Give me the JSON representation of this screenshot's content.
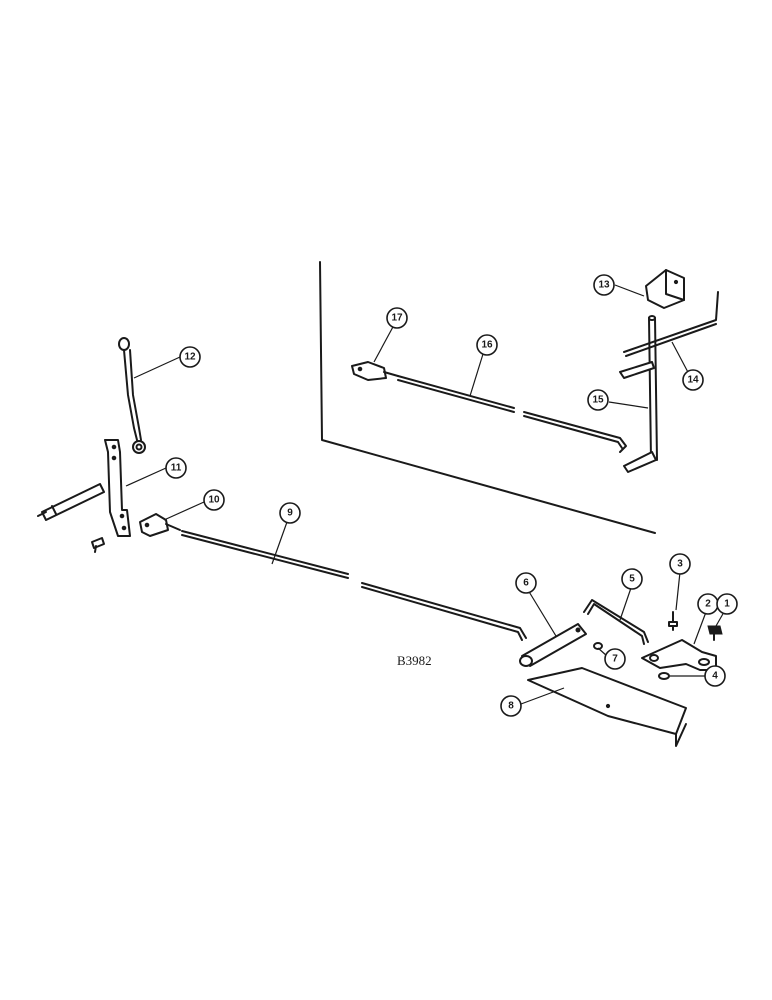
{
  "drawing_code": "B3982",
  "callouts": [
    "1",
    "2",
    "3",
    "4",
    "5",
    "6",
    "7",
    "8",
    "9",
    "10",
    "11",
    "12",
    "13",
    "14",
    "15",
    "16",
    "17"
  ]
}
